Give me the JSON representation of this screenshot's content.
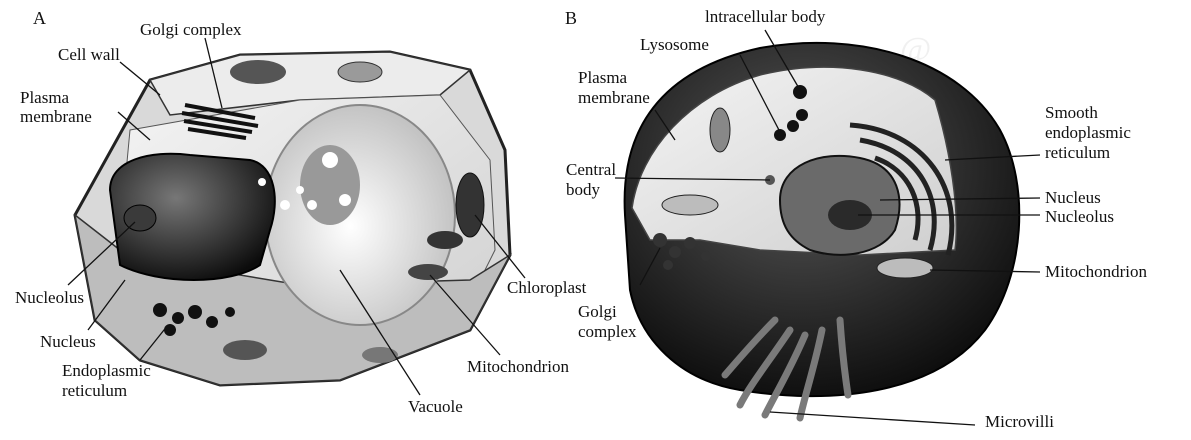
{
  "panels": [
    {
      "letter": "A",
      "labels": {
        "golgi": "Golgi complex",
        "cell_wall": "Cell wall",
        "plasma_membrane": [
          "Plasma",
          "membrane"
        ],
        "nucleolus": "Nucleolus",
        "nucleus": "Nucleus",
        "er": [
          "Endoplasmic",
          "reticulum"
        ],
        "vacuole": "Vacuole",
        "mitochondrion": "Mitochondrion",
        "chloroplast": "Chloroplast"
      }
    },
    {
      "letter": "B",
      "labels": {
        "intracellular_body": "lntracellular body",
        "lysosome": "Lysosome",
        "plasma_membrane": [
          "Plasma",
          "membrane"
        ],
        "central_body": [
          "Central",
          "body"
        ],
        "smooth_er": [
          "Smooth",
          "endoplasmic",
          "reticulum"
        ],
        "nucleus": "Nucleus",
        "nucleolus": "Nucleolus",
        "mitochondrion": "Mitochondrion",
        "golgi": [
          "Golgi",
          "complex"
        ],
        "microvilli": "Microvilli"
      }
    }
  ],
  "colors": {
    "ink": "#111111",
    "cytoplasm_light": "#e8e8e8",
    "shadow_dark": "#1a1a1a",
    "organelle_mid": "#7a7a7a"
  }
}
